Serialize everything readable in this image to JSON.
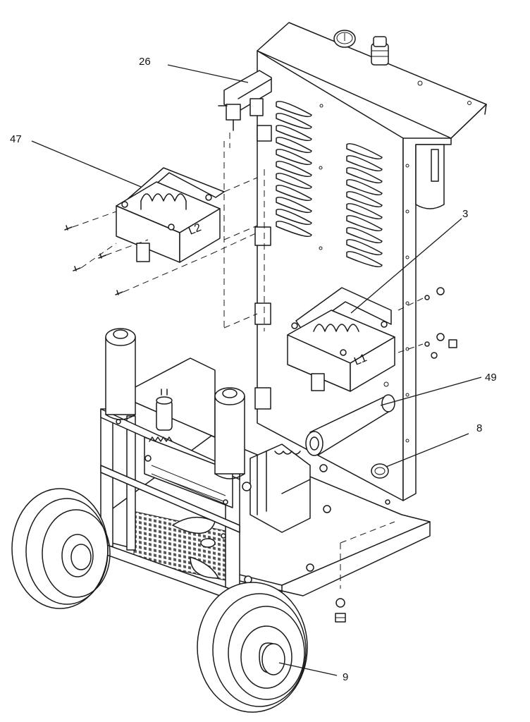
{
  "figure": {
    "callouts": [
      {
        "id": "26",
        "text": "26"
      },
      {
        "id": "47",
        "text": "47"
      },
      {
        "id": "3",
        "text": "3"
      },
      {
        "id": "49",
        "text": "49"
      },
      {
        "id": "8",
        "text": "8"
      },
      {
        "id": "9",
        "text": "9"
      }
    ],
    "part_markings": {
      "choke_upper": "L2",
      "choke_lower": "L1"
    }
  }
}
